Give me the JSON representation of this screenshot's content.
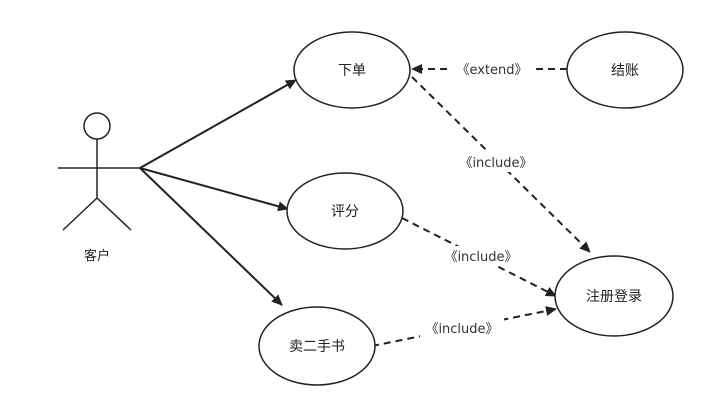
{
  "diagram": {
    "actor": {
      "name": "客户"
    },
    "use_cases": {
      "order": "下单",
      "checkout": "结账",
      "rate": "评分",
      "sell_used_book": "卖二手书",
      "register_login": "注册登录"
    },
    "stereotypes": {
      "extend": "《extend》",
      "include_1": "《include》",
      "include_2": "《include》",
      "include_3": "《include》"
    },
    "relations": [
      {
        "from": "actor",
        "to": "order",
        "kind": "association"
      },
      {
        "from": "actor",
        "to": "rate",
        "kind": "association"
      },
      {
        "from": "actor",
        "to": "sell_used_book",
        "kind": "association"
      },
      {
        "from": "checkout",
        "to": "order",
        "kind": "extend"
      },
      {
        "from": "order",
        "to": "register_login",
        "kind": "include"
      },
      {
        "from": "rate",
        "to": "register_login",
        "kind": "include"
      },
      {
        "from": "sell_used_book",
        "to": "register_login",
        "kind": "include"
      }
    ],
    "colors": {
      "stroke": "#222222",
      "fill": "#ffffff",
      "label_bg": "#ffffff"
    }
  }
}
